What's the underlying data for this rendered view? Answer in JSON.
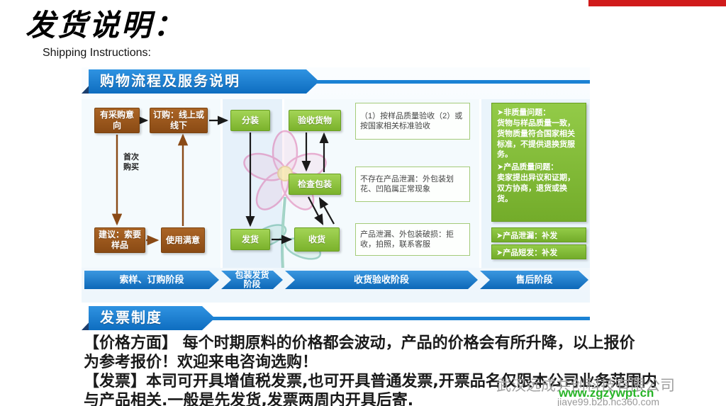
{
  "header": {
    "title_cn": "发货说明：",
    "title_en": "Shipping Instructions:"
  },
  "flow_section": {
    "banner_title": "购物流程及服务说明",
    "boxes": {
      "intent": "有采购意向",
      "order": "订购：线上或线下",
      "first_buy": "首次购买",
      "suggest": "建议：索要样品",
      "satisfied": "使用满意",
      "pack": "分装",
      "ship": "发货",
      "inspect": "验收货物",
      "check_pack": "检查包装",
      "receive": "收货"
    },
    "notes": [
      "（1）按样品质量验收（2）或按国家相关标准验收",
      "不存在产品泄漏：外包装划花、凹陷属正常现象",
      "产品泄漏、外包装破损：拒收，拍照，联系客服"
    ],
    "right_panel": {
      "item1_title": "➤非质量问题：",
      "item1_body": "货物与样品质量一致，货物质量符合国家相关标准，不提供退换货服务。",
      "item2_title": "➤产品质量问题：",
      "item2_body": "卖家提出异议和证期，双方协商，退货或换货。"
    },
    "supplement_boxes": [
      "➤产品泄漏：补发",
      "➤产品短发：补发"
    ],
    "phases": [
      "索样、订购阶段",
      "包装发货阶段",
      "收货验收阶段",
      "售后阶段"
    ]
  },
  "invoice_section": {
    "banner_title": "发票制度",
    "lines": [
      "【价格方面】 每个时期原料的价格都会波动，产品的价格会有所升降，以上报价",
      "为参考报价！欢迎来电咨询选购！",
      "【发票】本司可开具增值税发票,也可开具普通发票,开票品名仅限本公司业务范围内",
      "与产品相关.一般是先发货,发票两周内开具后寄."
    ]
  },
  "watermark": {
    "company": "武汉远成共创科技有限公司",
    "site": "www.zgzywpt.cn",
    "b2b": "jiaye99.b2b.hc360.com"
  },
  "colors": {
    "banner_blue": "#1a7fd0",
    "banner_navy": "#1c3e6d",
    "box_green": "#8cc63f",
    "box_brown": "#9c5a1e",
    "phase_blue": "#1a7fd0",
    "accent_red": "#d01a1a",
    "watermark_green": "#28b428"
  }
}
